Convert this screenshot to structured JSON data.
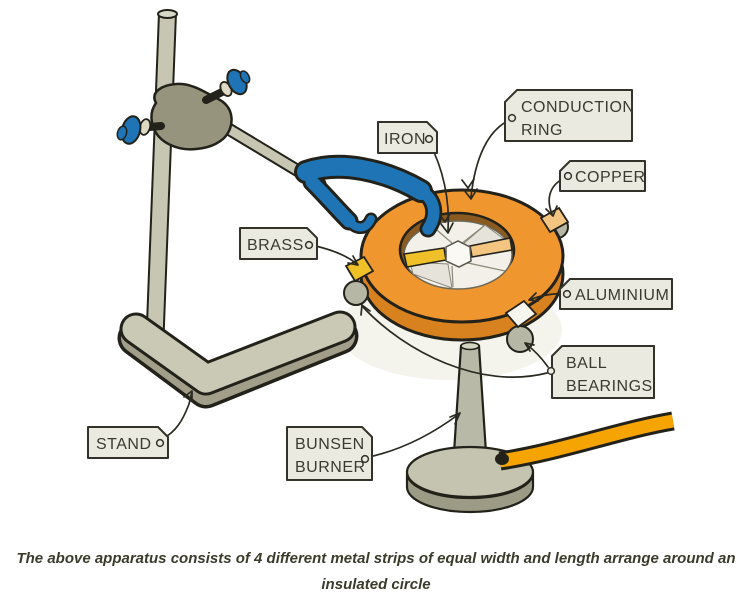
{
  "labels": {
    "iron": "IRON",
    "conduction_ring_line1": "CONDUCTION",
    "conduction_ring_line2": "RING",
    "copper": "COPPER",
    "brass": "BRASS",
    "aluminium": "ALUMINIUM",
    "ball_bearings_line1": "BALL",
    "ball_bearings_line2": "BEARINGS",
    "stand": "STAND",
    "bunsen_burner_line1": "BUNSEN",
    "bunsen_burner_line2": "BURNER"
  },
  "caption": {
    "line1": "The above apparatus consists of 4 different metal strips of equal width and length arrange around an",
    "line2": "insulated circle"
  },
  "colors": {
    "ring_orange": "#F0962F",
    "ring_side": "#D8821F",
    "ring_inner_wall": "#8A5A20",
    "brass_yellow": "#F0C028",
    "copper_strip": "#F3C581",
    "aluminium_strip": "#F6F5EE",
    "iron_strip": "#F7F6F0",
    "clamp_blue": "#1E74B5",
    "metal_gray": "#C6C6B2",
    "hose_orange": "#F6A402",
    "tag_fill": "#EAEAE1",
    "outline": "#23221A"
  }
}
